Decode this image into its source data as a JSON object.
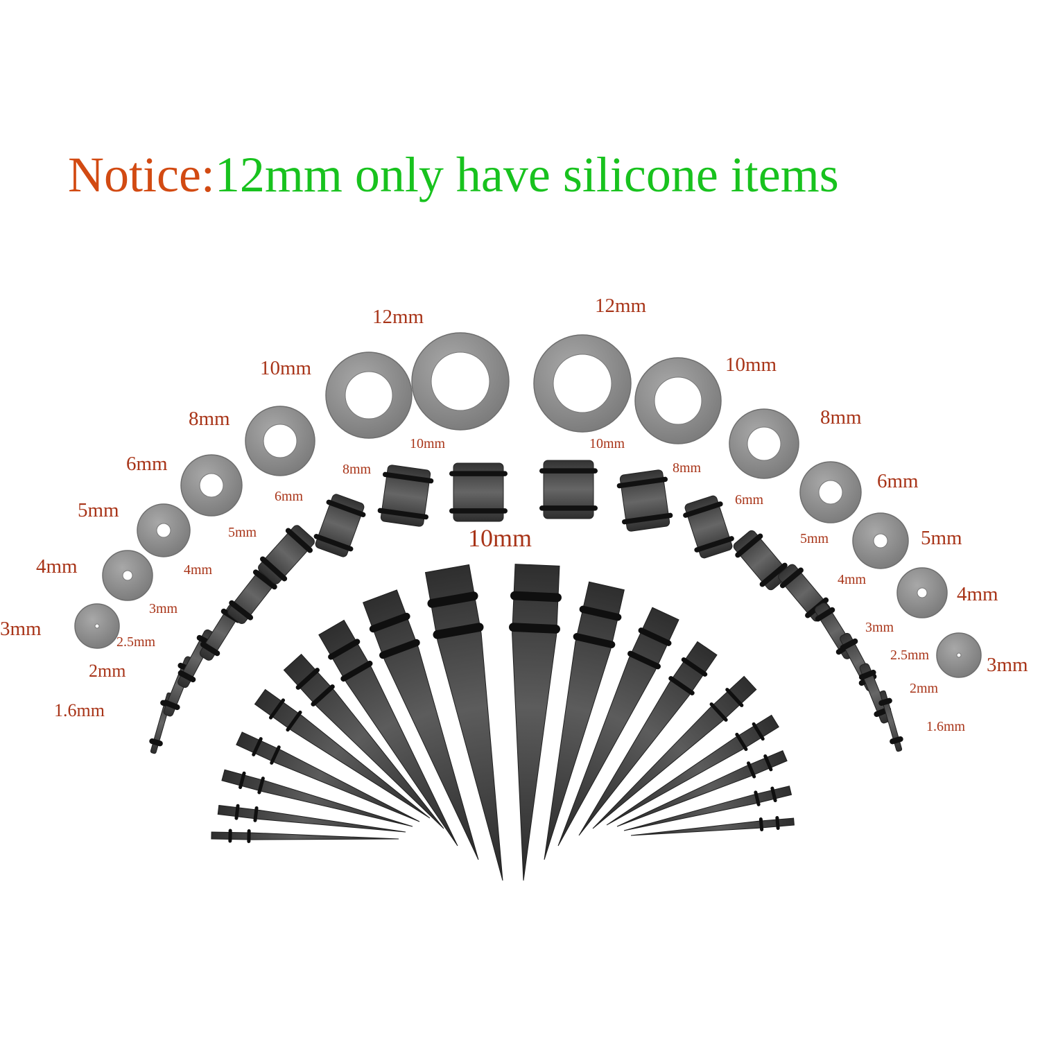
{
  "notice": {
    "prefix": "Notice:",
    "message": "12mm only have silicone items"
  },
  "colors": {
    "notice_prefix": "#d24a12",
    "notice_message": "#18c21e",
    "size_label": "#a83418",
    "acrylic_item": "#4a4a4a",
    "silicone_tunnel": "#8c8c8c"
  },
  "tunnel_labels": {
    "left": [
      "3mm",
      "4mm",
      "5mm",
      "6mm",
      "8mm",
      "10mm",
      "12mm"
    ],
    "right": [
      "12mm",
      "10mm",
      "8mm",
      "6mm",
      "5mm",
      "4mm",
      "3mm"
    ]
  },
  "plug_labels": {
    "left": [
      "1.6mm",
      "2mm",
      "2.5mm",
      "3mm",
      "4mm",
      "5mm",
      "6mm",
      "8mm",
      "10mm"
    ],
    "right": [
      "10mm",
      "8mm",
      "6mm",
      "5mm",
      "4mm",
      "3mm",
      "2.5mm",
      "2mm",
      "1.6mm"
    ]
  },
  "taper_label": "10mm"
}
